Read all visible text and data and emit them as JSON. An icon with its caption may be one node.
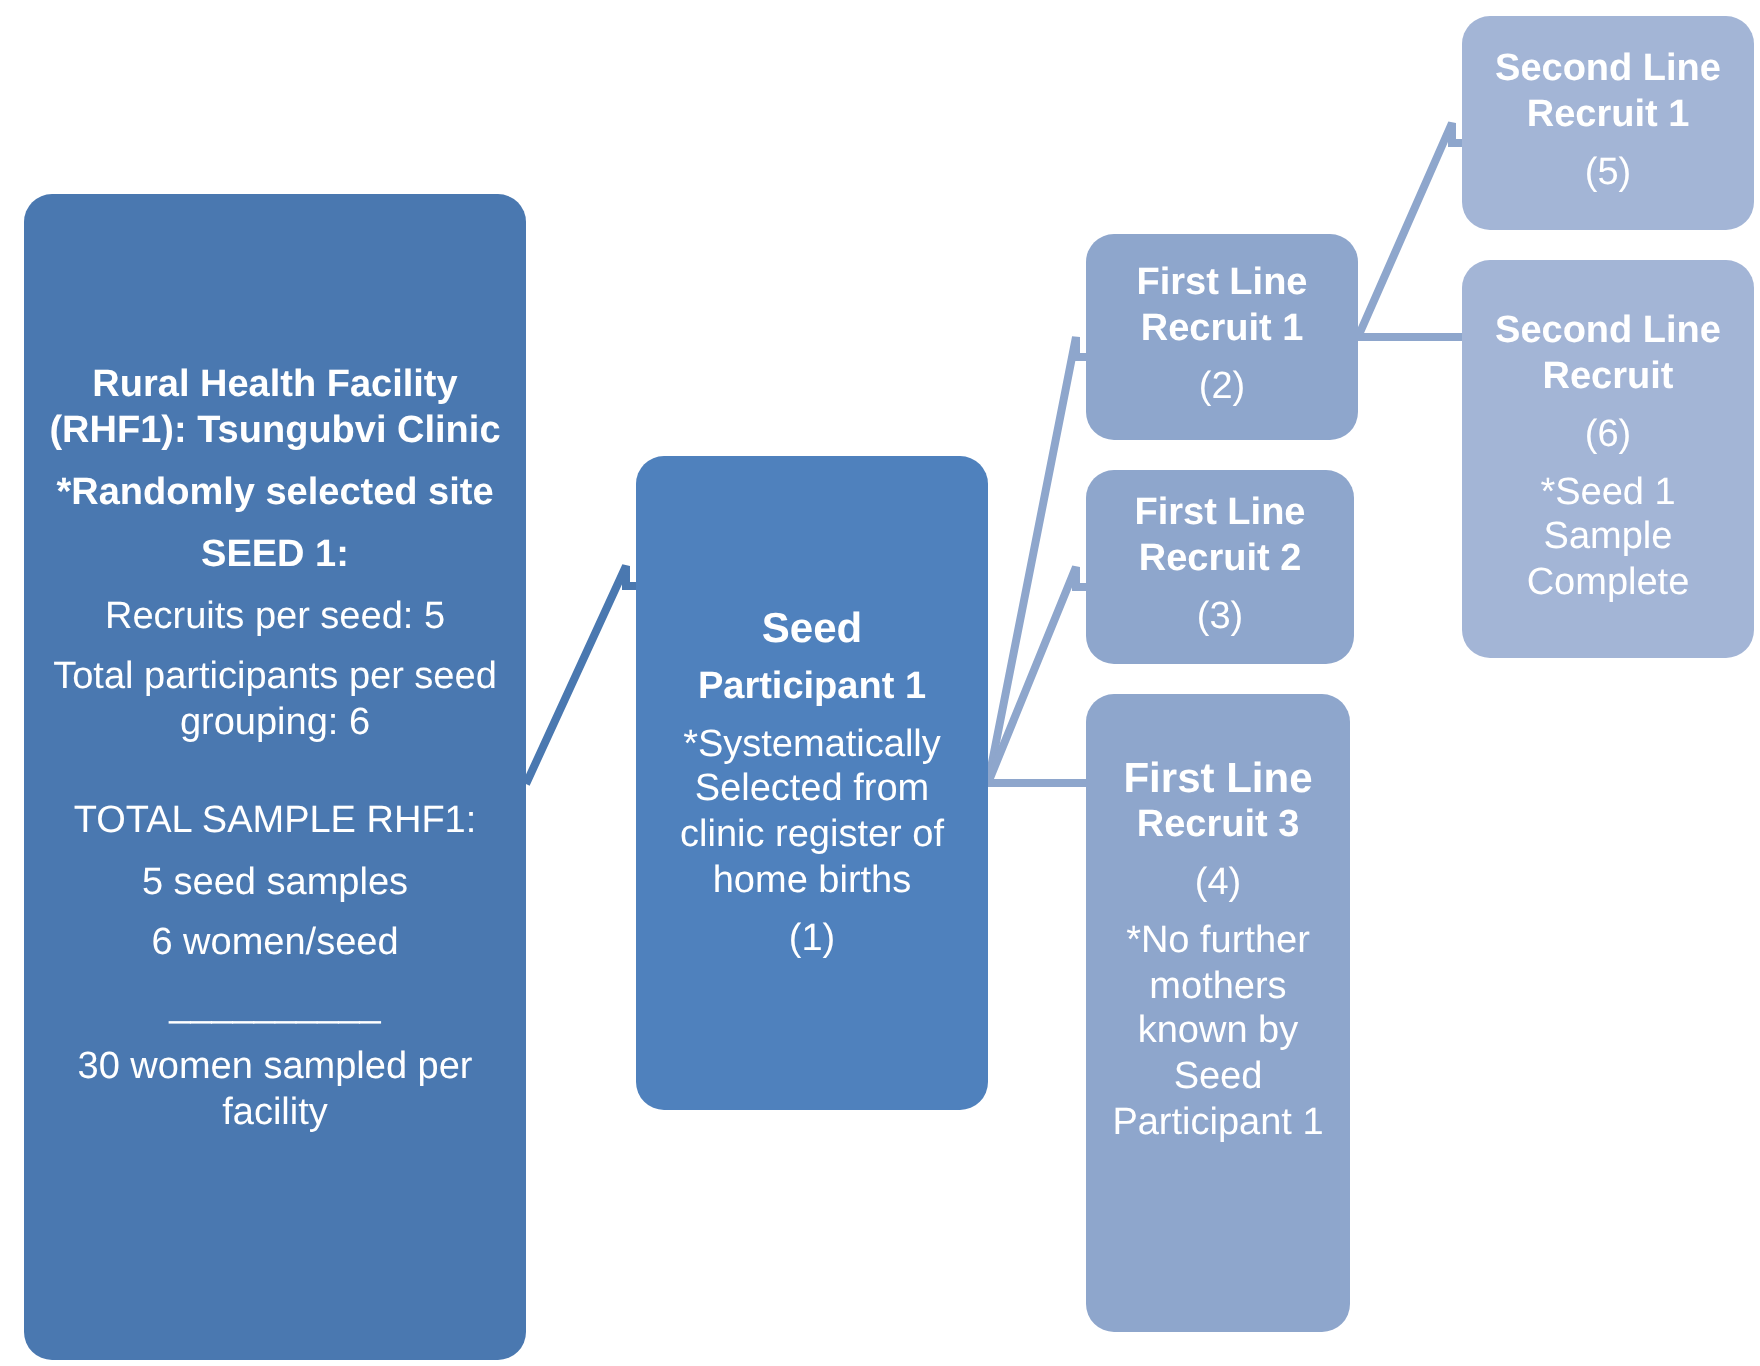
{
  "diagram": {
    "nodes": [
      {
        "text": [
          "Rural Health Facility (RHF1): Tsungubvi Clinic",
          "*Randomly selected site",
          "SEED 1:",
          "Recruits per seed: 5",
          "Total participants per seed grouping: 6",
          "TOTAL SAMPLE RHF1:",
          "5 seed samples",
          "6 women/seed",
          "__________",
          "30 women sampled per facility"
        ]
      },
      {
        "text": [
          "Seed",
          "Participant 1",
          "*Systematically Selected from clinic register of home births",
          "(1)"
        ]
      },
      {
        "text": [
          "First Line Recruit 1",
          "(2)"
        ]
      },
      {
        "text": [
          "First Line Recruit 2",
          "(3)"
        ]
      },
      {
        "text": [
          "First Line",
          "Recruit 3",
          "(4)",
          "*No further mothers known by Seed Participant 1"
        ]
      },
      {
        "text": [
          "Second Line Recruit 1",
          "(5)"
        ]
      },
      {
        "text": [
          "Second Line Recruit",
          "(6)",
          "*Seed 1 Sample Complete"
        ]
      }
    ],
    "edges": [
      {
        "from": 0,
        "to": 1,
        "arrow": "none",
        "color": "#4a78b0"
      },
      {
        "from": 1,
        "to": 2,
        "arrow": "none"
      },
      {
        "from": 1,
        "to": 3,
        "arrow": "none"
      },
      {
        "from": 1,
        "to": 4,
        "arrow": "none"
      },
      {
        "from": 2,
        "to": 5,
        "arrow": "none"
      },
      {
        "from": 2,
        "to": 6,
        "arrow": "none"
      }
    ]
  }
}
